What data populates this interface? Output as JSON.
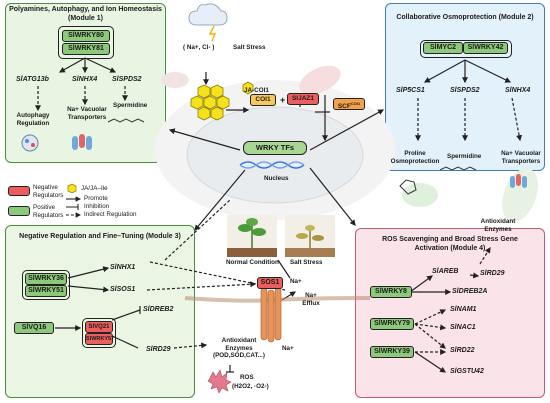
{
  "stress": {
    "ions": "( Na+, Cl- )",
    "label": "Salt Stress"
  },
  "center": {
    "coi1_label": "JA-COI1",
    "coi1": "COI1",
    "jaz1": "SlJAZ1",
    "scf": "SCF",
    "scf_sup": "COI1",
    "wrky": "WRKY TFs",
    "nucleus": "Nucleus"
  },
  "module1": {
    "title": "Polyamines, Autophagy, and Ion Homeostasis (Module 1)",
    "genes": [
      "SlWRKY80",
      "SlWRKY81"
    ],
    "targets": [
      "SlATG13b",
      "SlNHX4",
      "SlSPDS2"
    ],
    "outputs": [
      "Autophagy Regulation",
      "Na+ Vacuolar Transporters",
      "Spermidine"
    ]
  },
  "module2": {
    "title": "Collaborative Osmoprotection (Module 2)",
    "genes": [
      "SlMYC2",
      "SlWRKY42"
    ],
    "targets": [
      "SlP5CS1",
      "SlSPDS2",
      "SlNHX4"
    ],
    "outputs": [
      "Proline Osmoprotection",
      "Spermidine",
      "Na+ Vacuolar Transporters"
    ]
  },
  "legend": {
    "negative": "Negative Regulators",
    "positive": "Positive Regulators",
    "ja": "JA/JA–Ile",
    "promote": "Promote",
    "inhibition": "Inhibition",
    "indirect": "Indirect Regulation"
  },
  "module3": {
    "title": "Negative Regulation and Fine–Tuning (Module 3)",
    "genes_a": [
      "SlWRKY36",
      "SlWRKY51"
    ],
    "genes_b": [
      "SlVQ21",
      "SlWRKY57"
    ],
    "gene_c": "SlVQ16",
    "targets": [
      "SlNHX1",
      "SlSOS1",
      "SlDREB2",
      "SlRD29"
    ],
    "enzymes": "Antioxidant Enzymes (POD,SOD,CAT...)",
    "ros": "ROS",
    "ros_species": "(H2O2, ·O2-)"
  },
  "plants": {
    "normal": "Normal Condition",
    "salt": "Salt Stress"
  },
  "membrane": {
    "sos1": "SOS1",
    "na_out": "Na+",
    "efflux": "Na+ Efflux",
    "na_in": "Na+"
  },
  "module4": {
    "title": "ROS Scavenging and Broad Stress Gene Activation (Module 4)",
    "enzymes": "Antioxidant Enzymes",
    "genes": [
      "SlWRKY8",
      "SlWRKY79",
      "SlWRKY39"
    ],
    "targets": [
      "SlAREB",
      "SlRD29",
      "SlDREB2A",
      "SlNAM1",
      "SlNAC1",
      "SlRD22",
      "SlGSTU42"
    ]
  },
  "colors": {
    "green": "#8dc97a",
    "red": "#ec5e5e",
    "module1_bg": "#e8f5e3",
    "module2_bg": "#e3f1fb",
    "module3_bg": "#eaf6e3",
    "module4_bg": "#fbe3ea"
  }
}
